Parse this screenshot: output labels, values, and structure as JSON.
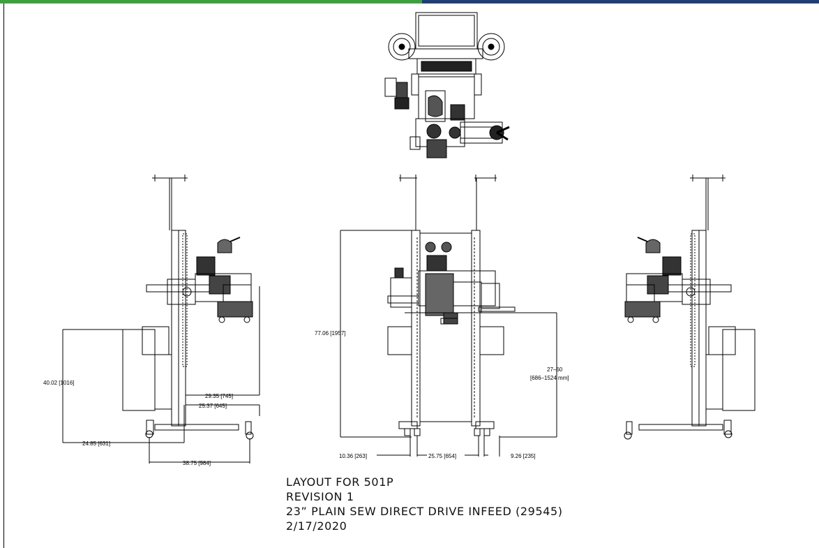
{
  "dimensions": {
    "side_height": "40.02 [1016]",
    "side_arm": "29.35 [745]",
    "side_post": "25.37 [645]",
    "side_base": "24.85 [631]",
    "side_wheelbase": "38.75 [984]",
    "front_height": "77.06 [1957]",
    "front_adjust_1": "27–60",
    "front_adjust_2": "[686–1524 mm]",
    "front_left": "10.36 [263]",
    "front_center": "25.75 [654]",
    "front_right": "9.26 [235]"
  },
  "title_block": {
    "line1": "LAYOUT FOR 501P",
    "line2": "REVISION 1",
    "line3": "23” PLAIN SEW DIRECT DRIVE INFEED (29545)",
    "line4": "2/17/2020"
  },
  "colors": {
    "bar_left": "#3aa33a",
    "bar_right": "#1f3f7a",
    "line": "#000000"
  }
}
